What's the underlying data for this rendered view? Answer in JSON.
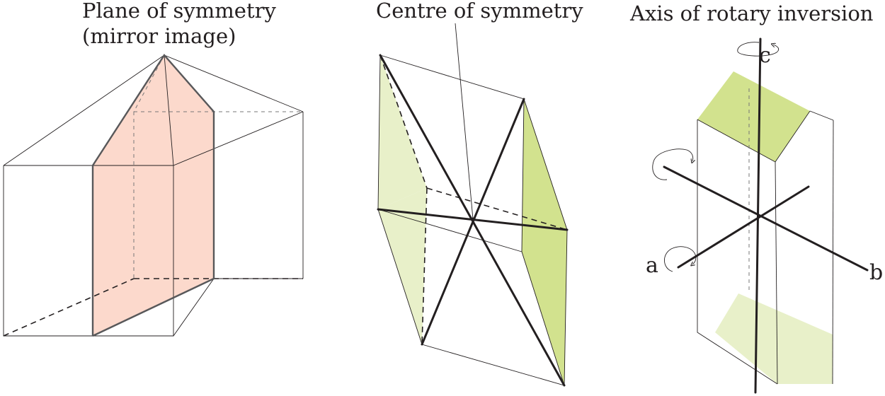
{
  "titles": {
    "plane": [
      "Plane of symmetry",
      "(mirror image)"
    ],
    "centre": "Centre of symmetry",
    "axis": "Axis of rotary inversion"
  },
  "axis_labels": {
    "a": "a",
    "b": "b",
    "c": "c"
  },
  "colors": {
    "line": "#231f20",
    "mirror_fill": "#fcd9cc",
    "green_dark": "#d2e28e",
    "green_light": "#e8f0c9"
  }
}
